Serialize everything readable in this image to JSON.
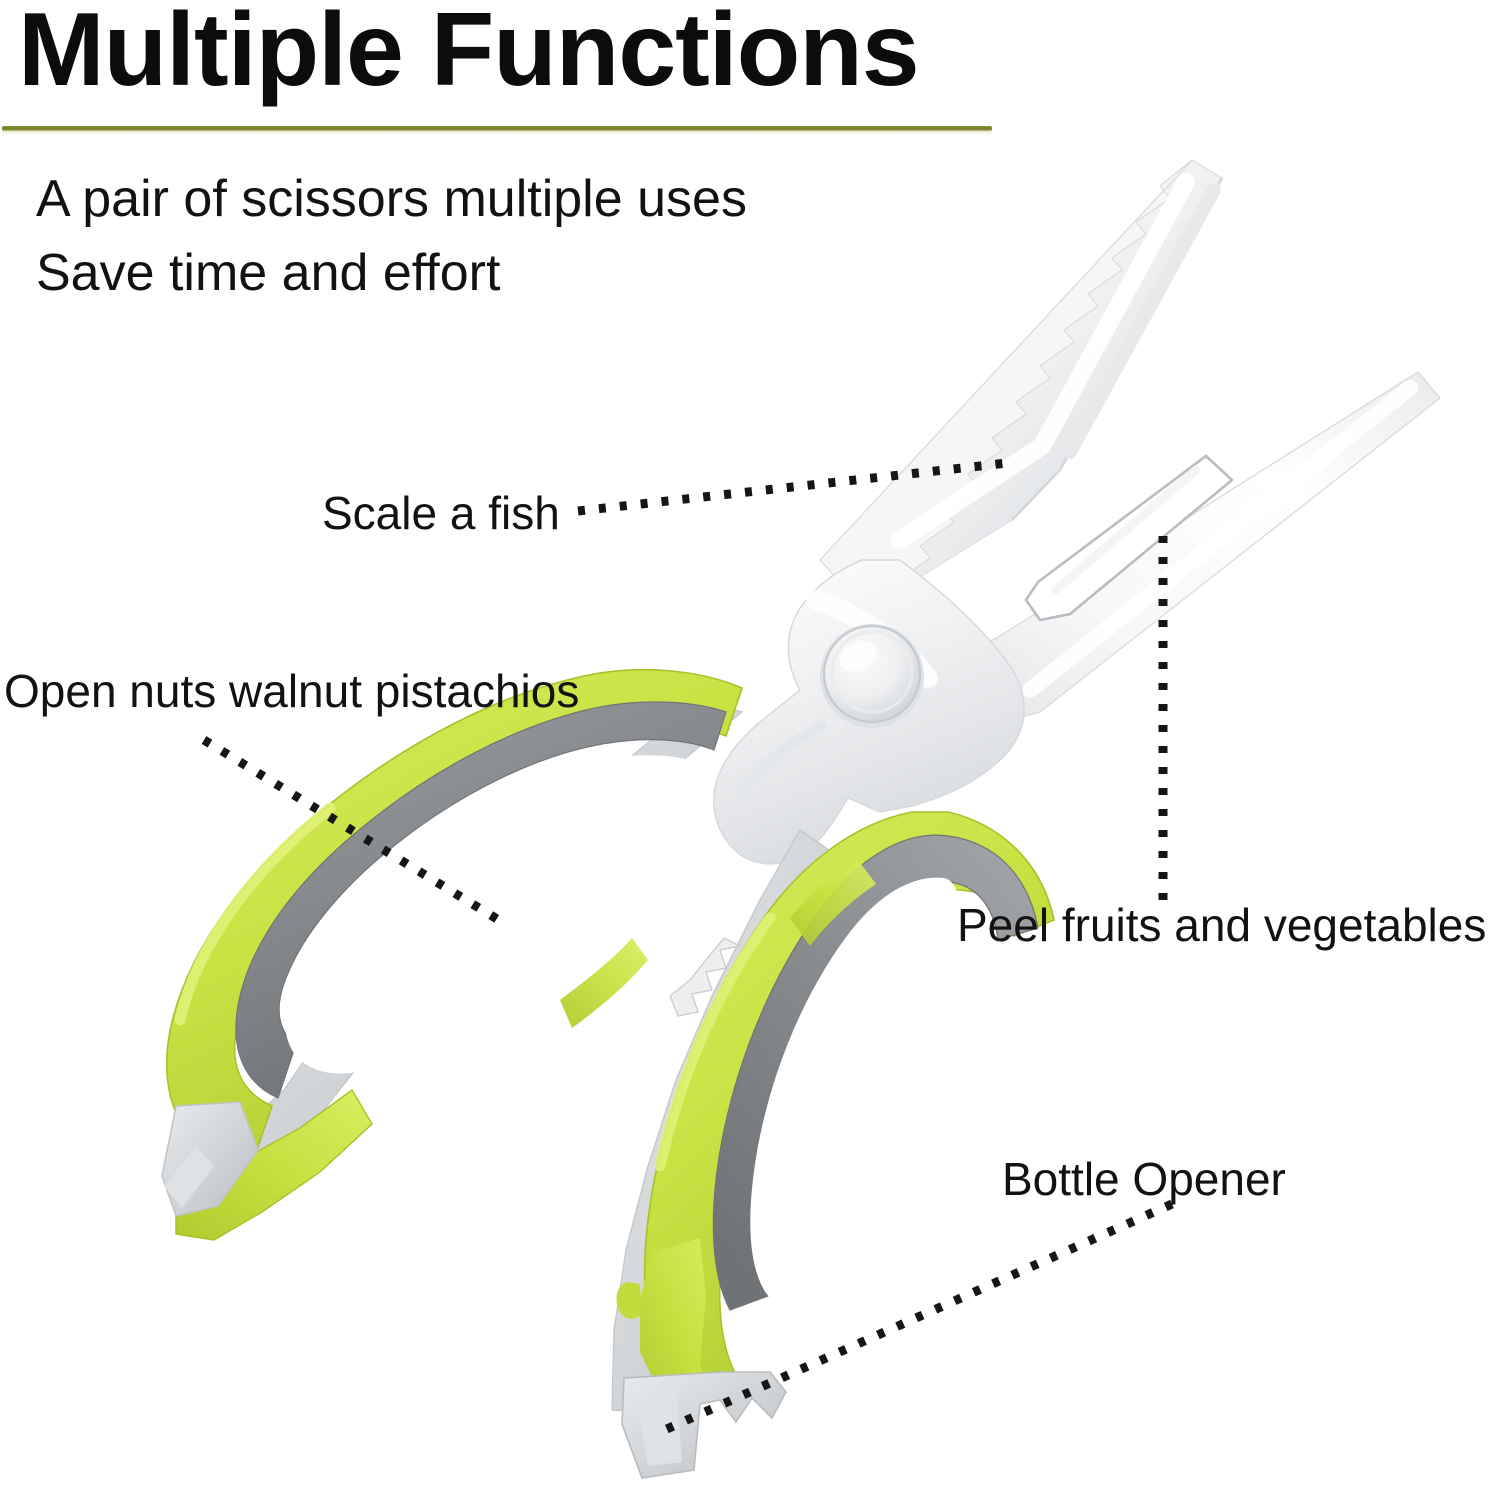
{
  "header": {
    "title": "Multiple Functions",
    "subtitle_line1": "A pair of scissors  multiple uses",
    "subtitle_line2": "Save time and effort",
    "divider_color": "#767b28"
  },
  "callouts": [
    {
      "id": "scale-a-fish",
      "label": "Scale a fish",
      "leader": "dotted"
    },
    {
      "id": "open-nuts",
      "label": "Open nuts walnut pistachios",
      "leader": "dotted"
    },
    {
      "id": "peel-fruits",
      "label": "Peel fruits and vegetables",
      "leader": "dotted"
    },
    {
      "id": "bottle-opener",
      "label": "Bottle Opener",
      "leader": "dotted"
    }
  ],
  "product": {
    "name": "multi-function kitchen scissors",
    "colors": {
      "handle_green": "#c9e345",
      "handle_green_dark": "#b2cc33",
      "handle_gray": "#818588",
      "handle_gray_dark": "#6d7174",
      "blade_light": "#fbfbfb",
      "blade_mid": "#e6e8ea",
      "blade_shadow": "#cfd3d6",
      "background": "#ffffff"
    },
    "features": [
      "serrated fish scaler on upper blade",
      "oval peeler slot on lower blade",
      "nutcracker notches on inner handle edge",
      "bottle opener tab on lower handle",
      "screw pivot"
    ]
  }
}
